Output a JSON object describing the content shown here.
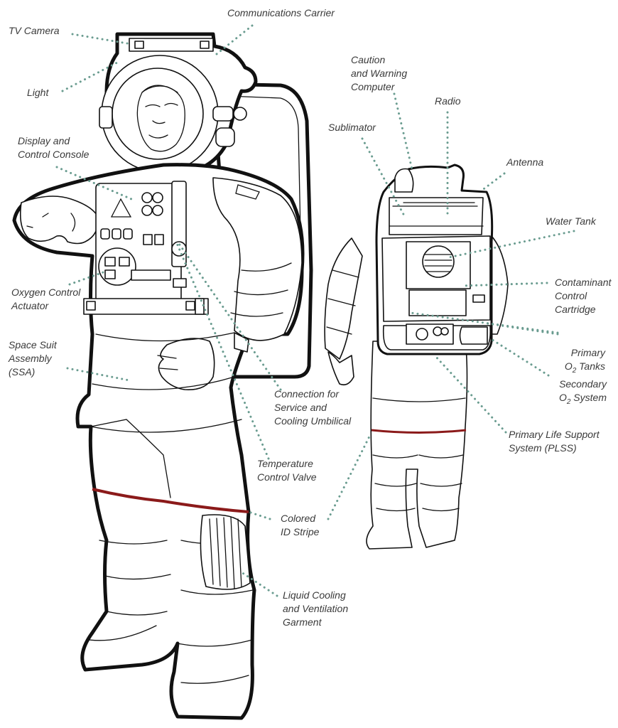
{
  "colors": {
    "leader": "#6a9c90",
    "id_stripe": "#8b1a1a",
    "outline": "#111111",
    "label_text": "#3a3a3a"
  },
  "labels": {
    "tv_camera": "TV Camera",
    "communications_carrier": "Communications Carrier",
    "light": "Light",
    "display_console": "Display and\nControl Console",
    "oxygen_actuator": "Oxygen Control\nActuator",
    "ssa": "Space Suit\nAssembly\n(SSA)",
    "connection": "Connection for\nService and\nCooling Umbilical",
    "temp_valve": "Temperature\nControl Valve",
    "colored_stripe": "Colored\nID Stripe",
    "lcvg": "Liquid Cooling\nand Ventilation\nGarment",
    "caution_computer": "Caution\nand Warning\nComputer",
    "radio": "Radio",
    "sublimator": "Sublimator",
    "antenna": "Antenna",
    "water_tank": "Water Tank",
    "contaminant": "Contaminant\nControl\nCartridge",
    "primary_o2_line1": "Primary",
    "primary_o2_o": "O",
    "primary_o2_sub": "2",
    "primary_o2_rest": " Tanks",
    "secondary_o2_line1": "Secondary",
    "secondary_o2_o": "O",
    "secondary_o2_sub": "2",
    "secondary_o2_rest": " System",
    "plss": "Primary Life Support\nSystem (PLSS)"
  }
}
